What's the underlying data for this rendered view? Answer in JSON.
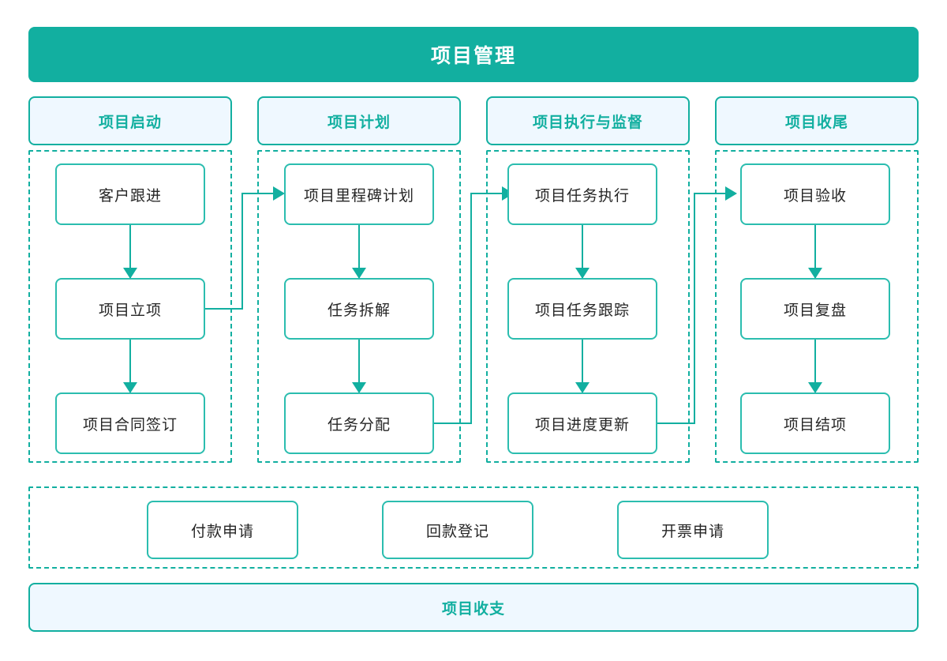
{
  "diagram": {
    "title": "项目管理",
    "theme": {
      "accent": "#12AFA0",
      "node_border": "#2BBDAF",
      "chip_fill": "#EFF8FF",
      "node_fill": "#FFFFFF",
      "node_text": "#262626",
      "banner_text": "#FFFFFF",
      "background": "#FFFFFF"
    },
    "phases": [
      {
        "header": "项目启动",
        "nodes": [
          "客户跟进",
          "项目立项",
          "项目合同签订"
        ]
      },
      {
        "header": "项目计划",
        "nodes": [
          "项目里程碑计划",
          "任务拆解",
          "任务分配"
        ]
      },
      {
        "header": "项目执行与监督",
        "nodes": [
          "项目任务执行",
          "项目任务跟踪",
          "项目进度更新"
        ]
      },
      {
        "header": "项目收尾",
        "nodes": [
          "项目验收",
          "项目复盘",
          "项目结项"
        ]
      }
    ],
    "finance": {
      "nodes": [
        "付款申请",
        "回款登记",
        "开票申请"
      ],
      "banner": "项目收支"
    }
  }
}
